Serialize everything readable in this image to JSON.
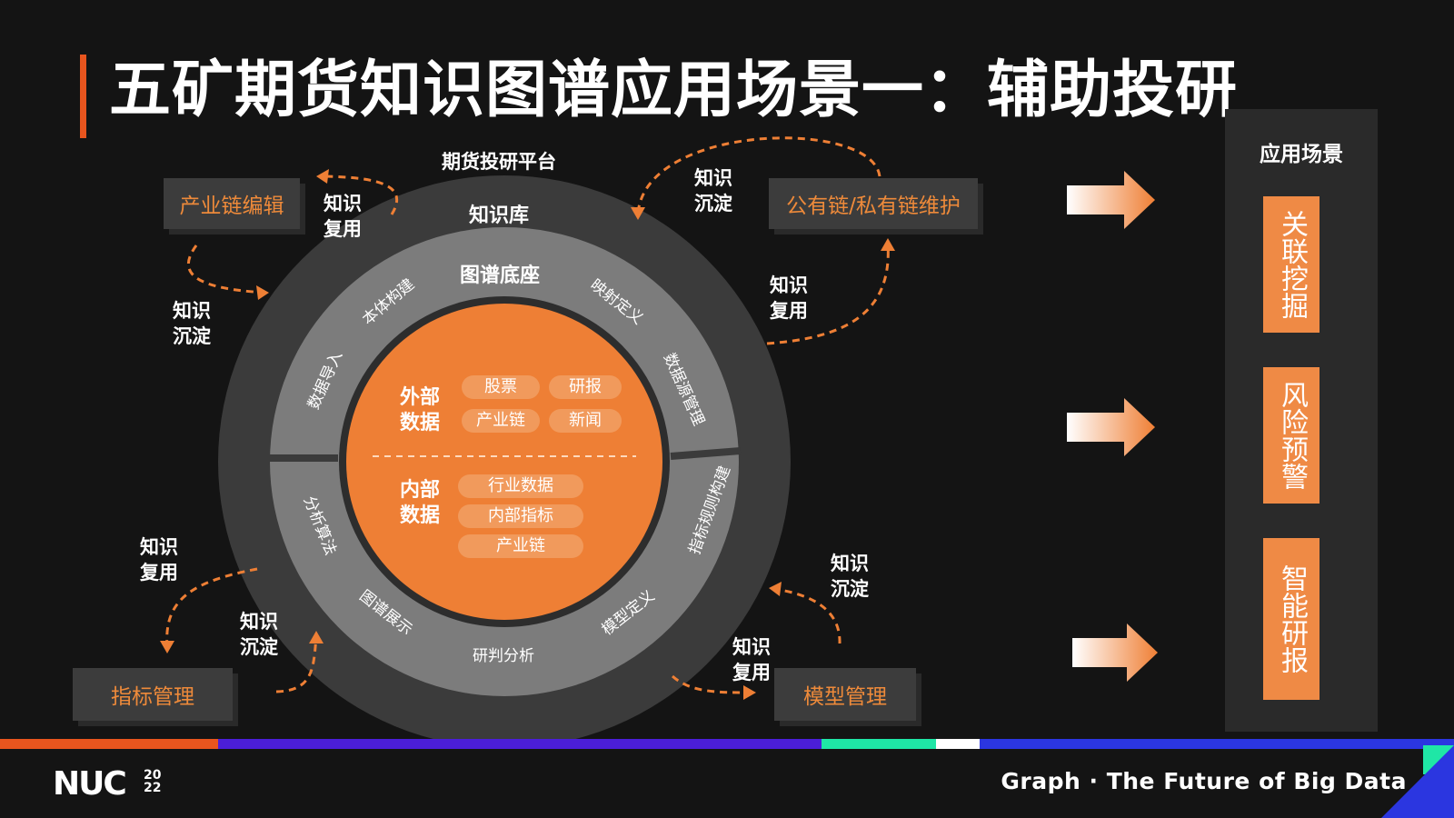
{
  "title": "五矿期货知识图谱应用场景一：辅助投研",
  "platform_label": "期货投研平台",
  "boxes": {
    "chain_edit": "产业链编辑",
    "chain_maintain": "公有链/私有链维护",
    "indicator_mgmt": "指标管理",
    "model_mgmt": "模型管理"
  },
  "knowledge_labels": {
    "reuse_line1": "知识",
    "reuse_line2": "复用",
    "deposit_line1": "知识",
    "deposit_line2": "沉淀"
  },
  "rings": {
    "outer": "知识库",
    "middle": "图谱底座",
    "segments": [
      "本体构建",
      "映射定义",
      "数据源管理",
      "指标规则构建",
      "模型定义",
      "研判分析",
      "图谱展示",
      "分析算法",
      "数据导入"
    ]
  },
  "core": {
    "external_label": "外部数据",
    "external_items": [
      "股票",
      "研报",
      "产业链",
      "新闻"
    ],
    "internal_label": "内部数据",
    "internal_items": [
      "行业数据",
      "内部指标",
      "产业链"
    ]
  },
  "scenes": {
    "title": "应用场景",
    "items": [
      "关联挖掘",
      "风险预警",
      "智能研报"
    ]
  },
  "footer": {
    "logo": "NUC",
    "year_top": "20",
    "year_bottom": "22",
    "tagline": "Graph · The Future of Big Data"
  },
  "colors": {
    "accent": "#ee7f35",
    "ring_outer": "#3b3b3b",
    "ring_middle": "#7a7a7a",
    "core": "#ee7f35"
  }
}
